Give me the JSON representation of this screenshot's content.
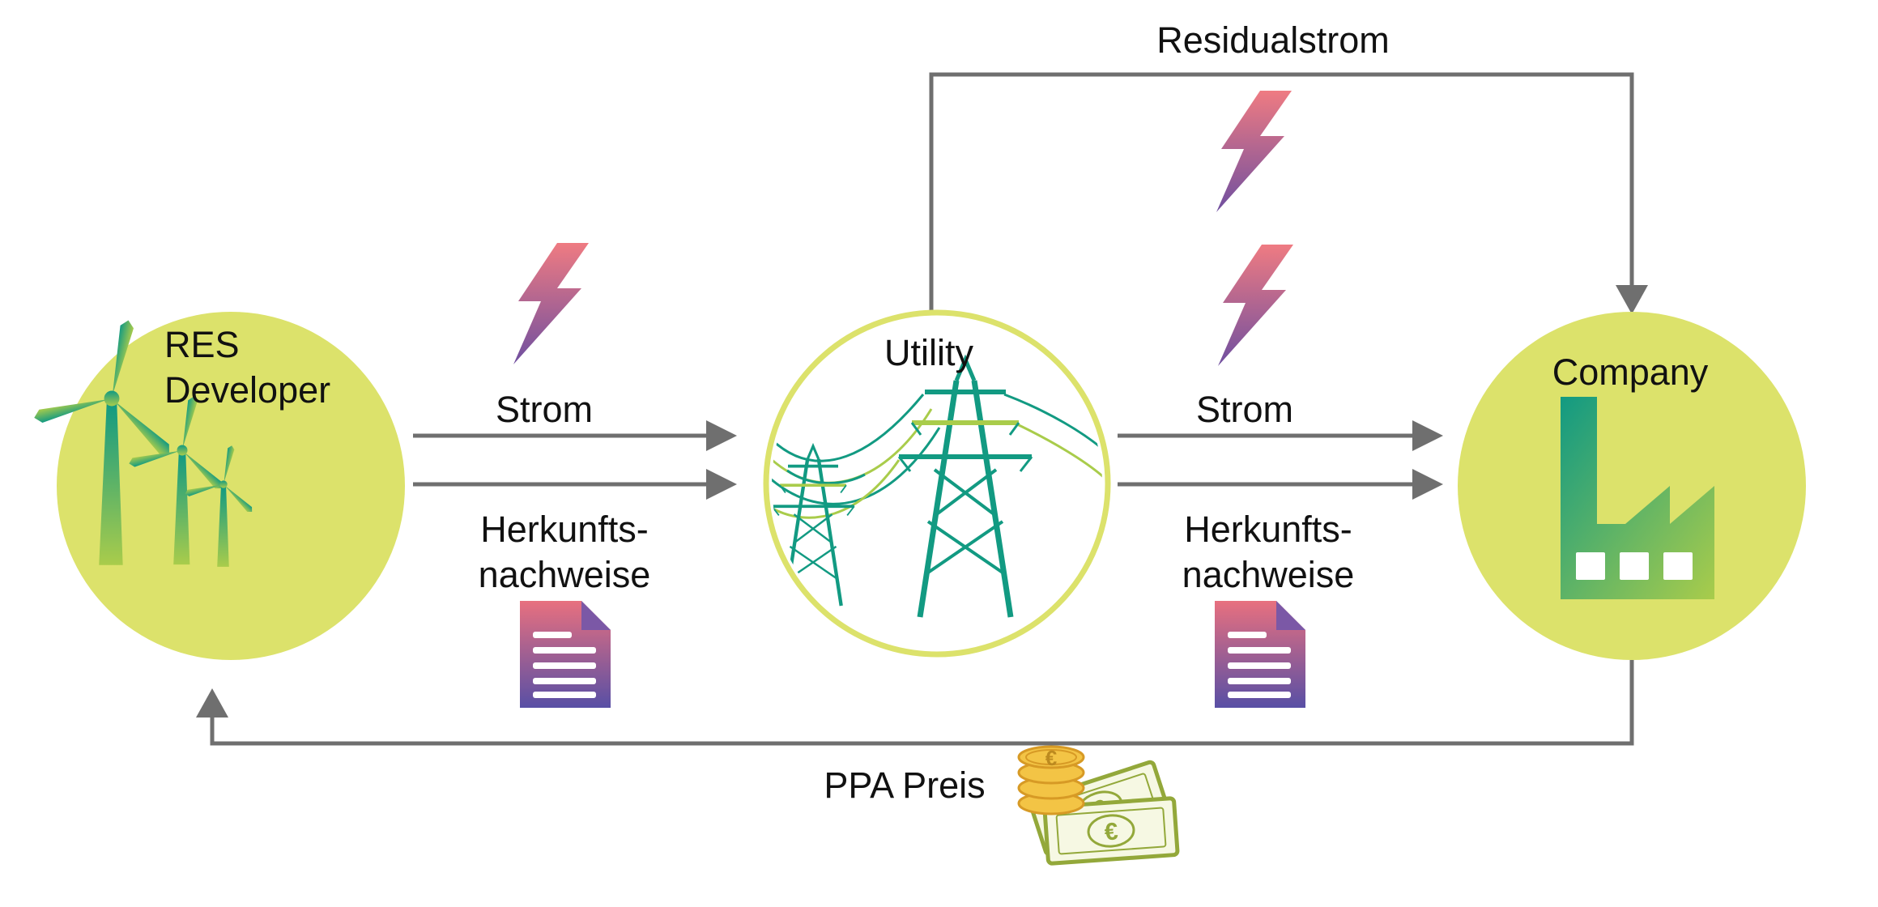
{
  "nodes": {
    "res_developer": {
      "label": "RES\nDeveloper"
    },
    "utility": {
      "label": "Utility"
    },
    "company": {
      "label": "Company"
    }
  },
  "flows": {
    "residualstrom": {
      "label": "Residualstrom"
    },
    "strom_left": {
      "label": "Strom"
    },
    "herkunftsnachweise_left": {
      "label": "Herkunfts-\nnachweise"
    },
    "strom_right": {
      "label": "Strom"
    },
    "herkunftsnachweise_right": {
      "label": "Herkunfts-\nnachweise"
    },
    "ppa_preis": {
      "label": "PPA Preis"
    }
  },
  "icons": {
    "res_developer": "wind-turbines-icon",
    "utility": "power-pylons-icon",
    "company": "factory-icon",
    "strom": "lightning-bolt-icon",
    "herkunftsnachweise": "certificate-document-icon",
    "ppa_preis": "money-coins-banknotes-icon"
  },
  "colors": {
    "circle_fill": "#dce26b",
    "connector_gray": "#6f6f6f",
    "text_black": "#111111",
    "bolt_pink": "#ef7b82",
    "bolt_purple": "#6f4fa0",
    "doc_pink": "#e8707f",
    "doc_purple": "#584fa5",
    "doc_fold": "#7b58a6",
    "icon_teal": "#129a82",
    "icon_lime": "#a9cc4b",
    "coin_gold": "#f3c445",
    "coin_edge": "#d79a25",
    "note_green": "#93a83a",
    "note_fill": "#f6f8e3"
  }
}
